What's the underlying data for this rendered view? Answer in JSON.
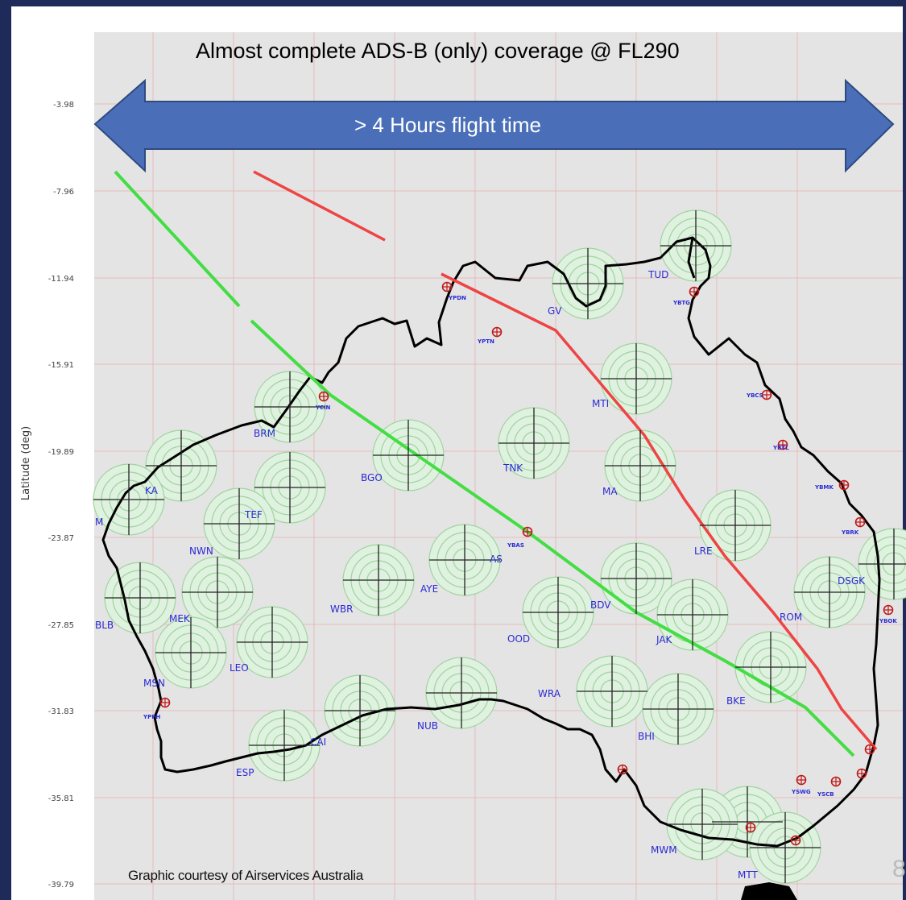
{
  "title": "Almost complete ADS-B (only) coverage @ FL290",
  "arrow_label": "> 4 Hours flight time",
  "credit": "Graphic courtesy of Airservices Australia",
  "slide_number": "8",
  "axis": {
    "ylabel": "Latitude (deg)",
    "yticks": [
      "-3.98",
      "-7.96",
      "-11.94",
      "-15.91",
      "-19.89",
      "-23.87",
      "-27.85",
      "-31.83",
      "-35.81",
      "-39.79"
    ]
  },
  "stations": [
    {
      "label": "TUD"
    },
    {
      "label": "GV"
    },
    {
      "label": "MTI"
    },
    {
      "label": "BRM"
    },
    {
      "label": "BGO"
    },
    {
      "label": "TNK"
    },
    {
      "label": "MA"
    },
    {
      "label": "KA"
    },
    {
      "label": "TEF"
    },
    {
      "label": "M"
    },
    {
      "label": "NWN"
    },
    {
      "label": "AS"
    },
    {
      "label": "LRE"
    },
    {
      "label": "AYE"
    },
    {
      "label": "DSGK"
    },
    {
      "label": "WBR"
    },
    {
      "label": "BDV"
    },
    {
      "label": "MEK"
    },
    {
      "label": "BLB"
    },
    {
      "label": "ROM"
    },
    {
      "label": "OOD"
    },
    {
      "label": "JAK"
    },
    {
      "label": "LEO"
    },
    {
      "label": "BKE"
    },
    {
      "label": "MSN"
    },
    {
      "label": "WRA"
    },
    {
      "label": "NUB"
    },
    {
      "label": "BHI"
    },
    {
      "label": "CAI"
    },
    {
      "label": "ESP"
    },
    {
      "label": "MWM"
    },
    {
      "label": "MTT"
    }
  ],
  "airports": [
    {
      "label": "YBTG"
    },
    {
      "label": "YPTN"
    },
    {
      "label": "YBCS"
    },
    {
      "label": "YBTL"
    },
    {
      "label": "YBMK"
    },
    {
      "label": "YBRK"
    },
    {
      "label": "YBAS"
    },
    {
      "label": "YBOK"
    },
    {
      "label": "YSWG"
    },
    {
      "label": "YSCB"
    },
    {
      "label": "YPDN"
    },
    {
      "label": "YCIN"
    },
    {
      "label": "YPPH"
    }
  ],
  "colors": {
    "arrow_fill": "#4a6fb8",
    "arrow_stroke": "#2e4a80",
    "route_green": "#44dd44",
    "route_red": "#ee4444",
    "coverage_ring": "#9fd49f",
    "station_label": "#2a2ad4",
    "coastline": "#000000",
    "grid": "#e8b0b0"
  }
}
